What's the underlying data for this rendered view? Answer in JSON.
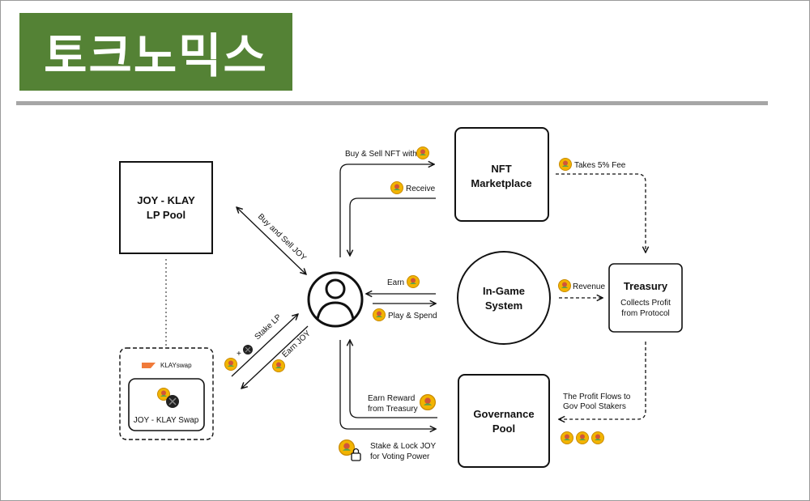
{
  "title": "토크노믹스",
  "colors": {
    "banner": "#548235",
    "rule": "#a6a6a6",
    "coin": "#f2b400"
  },
  "nodes": {
    "lp_pool": {
      "line1": "JOY - KLAY",
      "line2": "LP Pool"
    },
    "klayswap_brand": "KLAYswap",
    "klayswap_box": "JOY - KLAY Swap",
    "nft": {
      "line1": "NFT",
      "line2": "Marketplace"
    },
    "ingame": {
      "line1": "In-Game",
      "line2": "System"
    },
    "governance": {
      "line1": "Governance",
      "line2": "Pool"
    },
    "treasury": {
      "title": "Treasury",
      "sub1": "Collects Profit",
      "sub2": "from Protocol"
    }
  },
  "edges": {
    "buy_sell_joy": "Buy and Sell JOY",
    "stake_lp": "Stake LP",
    "earn_joy": "Earn JOY",
    "buy_sell_nft": "Buy & Sell NFT with",
    "receive": "Receive",
    "earn": "Earn",
    "play_spend": "Play & Spend",
    "earn_reward_1": "Earn Reward",
    "earn_reward_2": "from Treasury",
    "stake_lock_1": "Stake & Lock JOY",
    "stake_lock_2": "for Voting Power",
    "takes_fee": "Takes 5% Fee",
    "revenue": "Revenue",
    "profit_flow_1": "The Profit Flows to",
    "profit_flow_2": "Gov Pool Stakers"
  }
}
